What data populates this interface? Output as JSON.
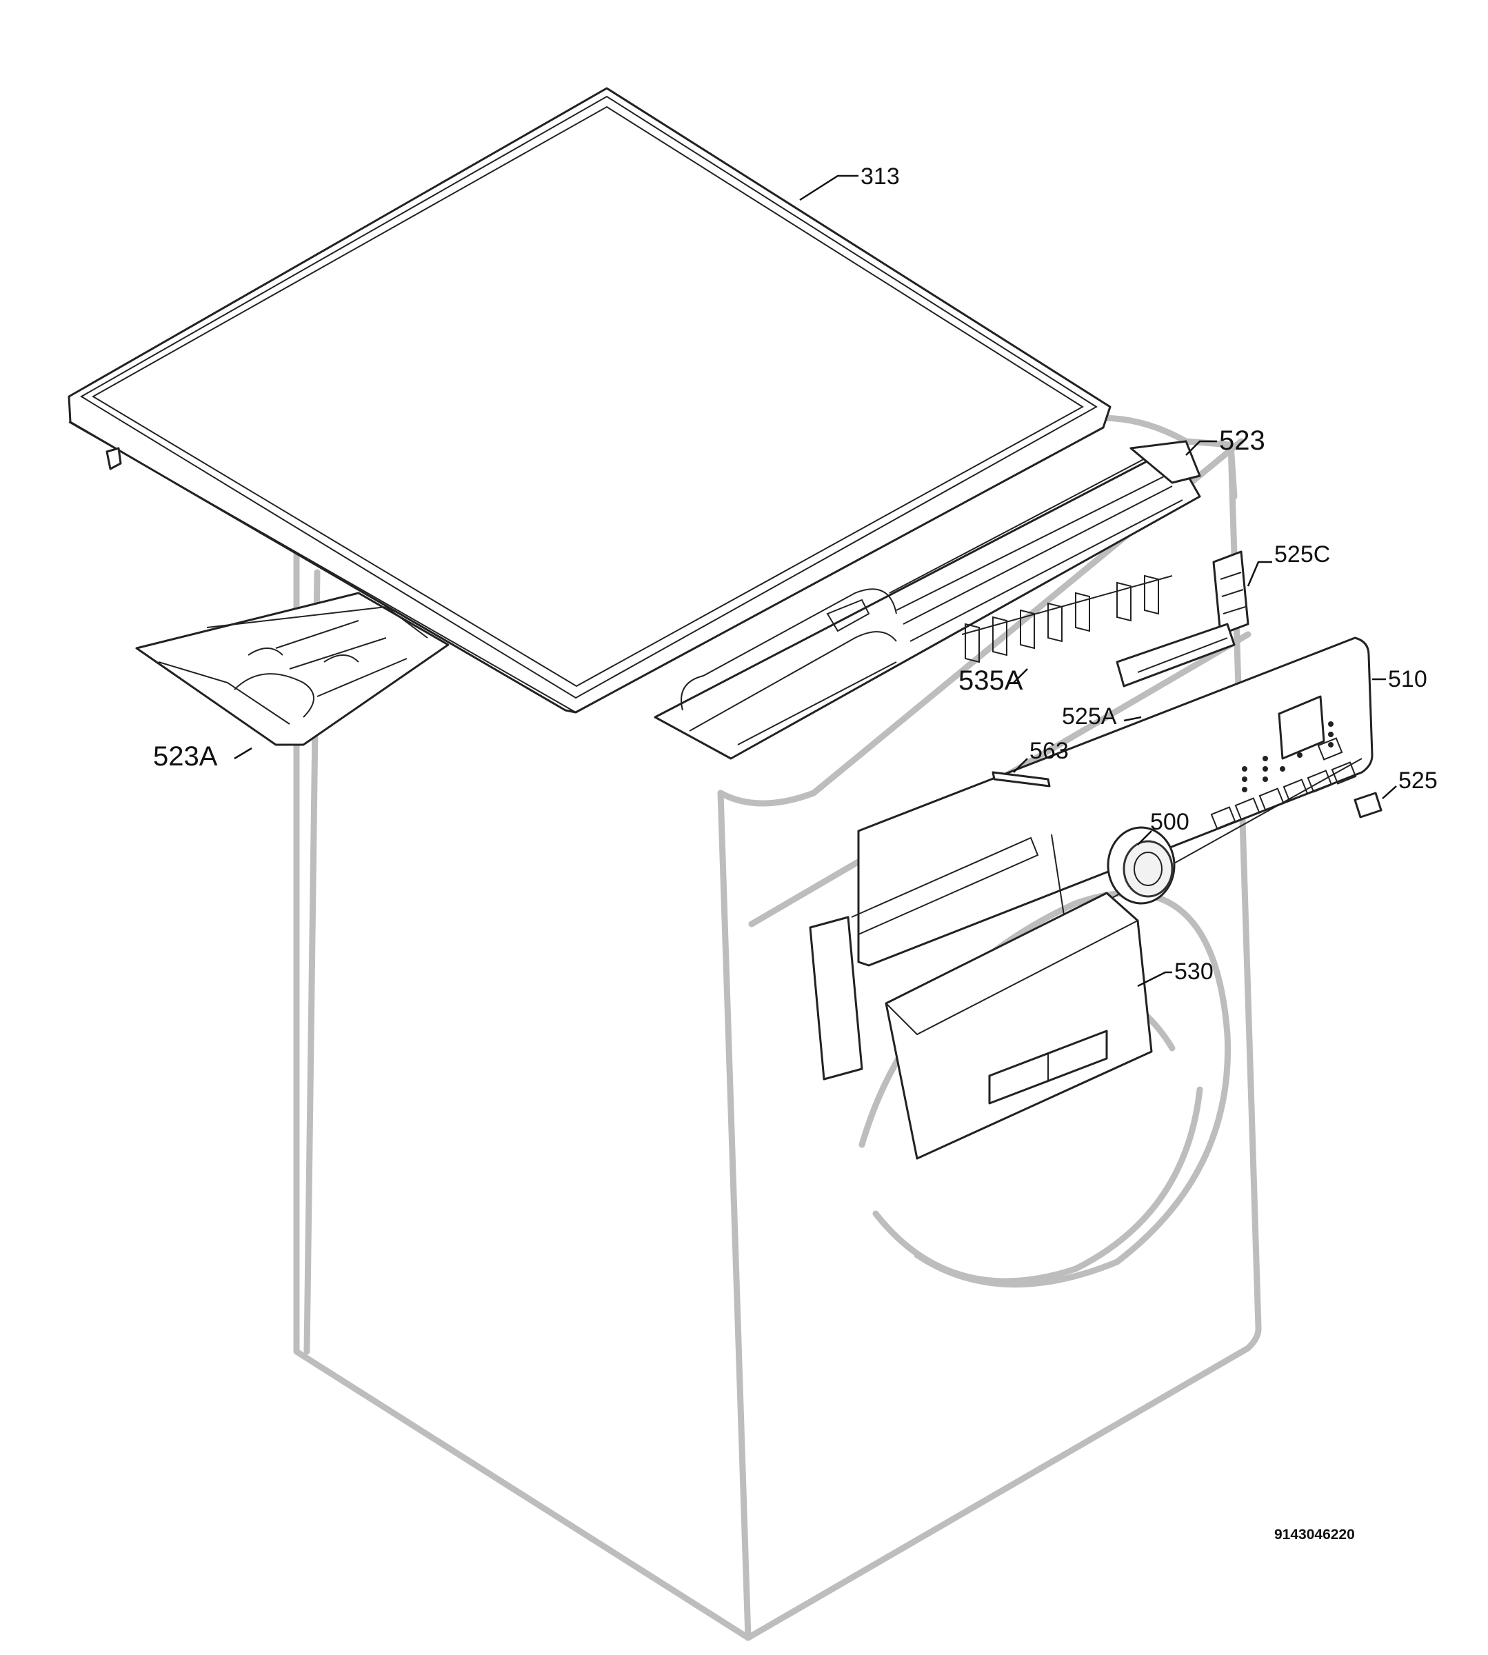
{
  "diagram": {
    "part_labels": {
      "p313": "313",
      "p523": "523",
      "p525C": "525C",
      "p535A": "535A",
      "p510": "510",
      "p525A": "525A",
      "p523A": "523A",
      "p563": "563",
      "p525": "525",
      "p500": "500",
      "p530": "530"
    },
    "drawing_code": "9143046220"
  },
  "colors": {
    "cabinet_outline": "#bdbdbd",
    "parts_outline": "#222222",
    "background": "#ffffff"
  }
}
